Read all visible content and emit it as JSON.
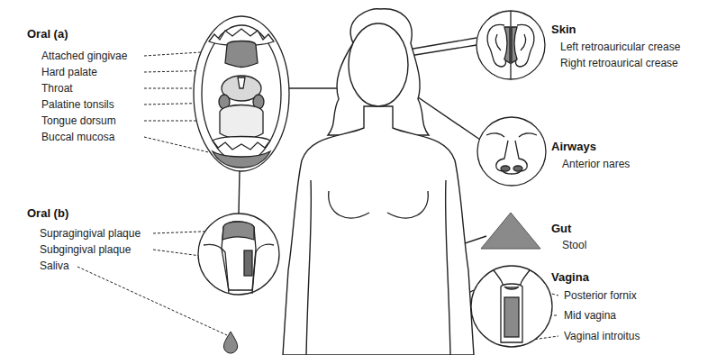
{
  "diagram": {
    "labels": [
      "Oral (a)",
      "Attached gingivae",
      "Hard palate",
      "Throat",
      "Palatine tonsils",
      "Tongue dorsum",
      "Buccal mucosa",
      "Oral (b)",
      "Supragingival plaque",
      "Subgingival plaque",
      "Saliva",
      "Skin",
      "Left retroauricular crease",
      "Right retroaurical crease",
      "Airways",
      "Anterior nares",
      "Gut",
      "Stool",
      "Vagina",
      "Posterior fornix",
      "Mid vagina",
      "Vaginal introitus"
    ]
  }
}
